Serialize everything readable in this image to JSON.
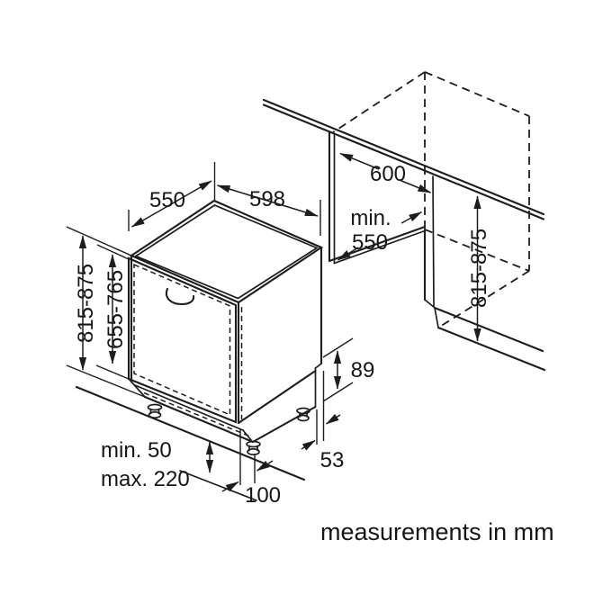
{
  "diagram": {
    "type": "appliance-installation-drawing",
    "caption": "measurements in mm",
    "dims": {
      "depth_top": "550",
      "width_top": "598",
      "niche_width": "600",
      "niche_depth_min_label": "min.",
      "niche_depth_min_value": "550",
      "appliance_height": "815-875",
      "door_panel_height": "655-765",
      "niche_height": "815-875",
      "rear_base_recess": "89",
      "plinth_min": "min. 50",
      "plinth_max": "max. 220",
      "front_foot_setback": "100",
      "rear_foot_setback": "53"
    },
    "colors": {
      "line": "#1d1d1d",
      "text": "#161616",
      "background": "#ffffff"
    }
  }
}
